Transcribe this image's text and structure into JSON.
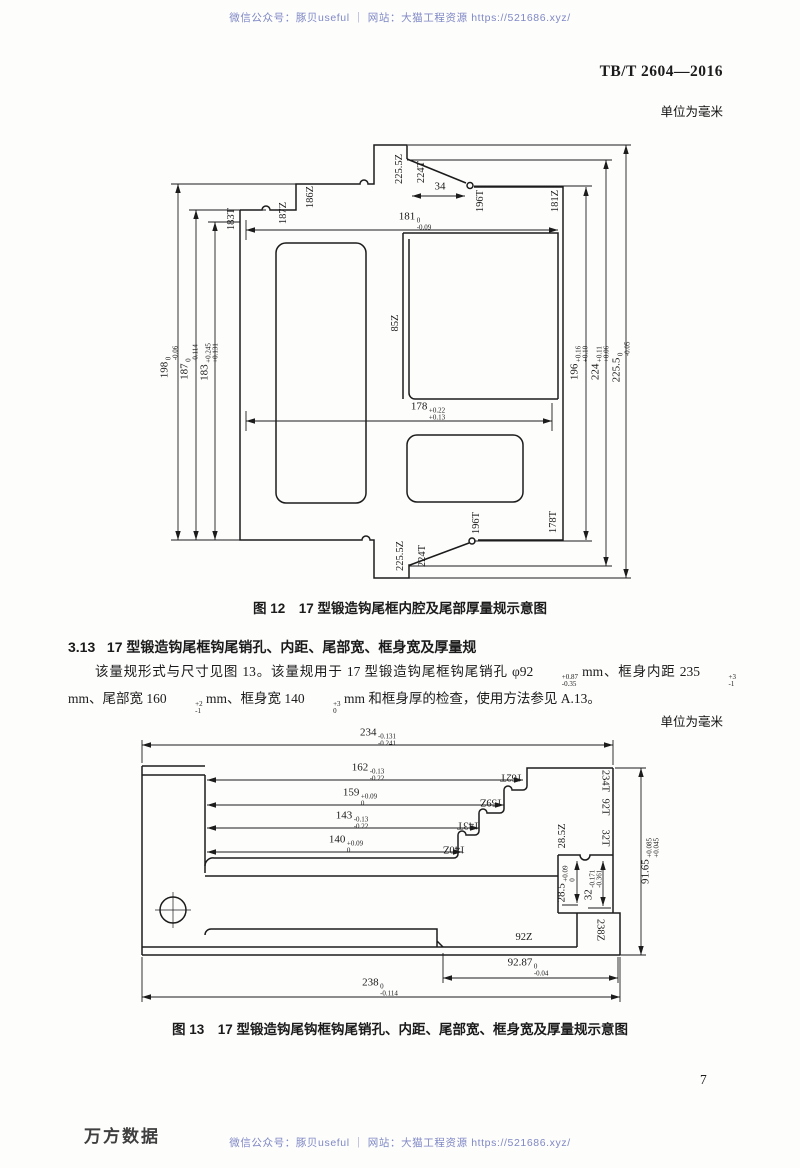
{
  "watermark": {
    "top": "微信公众号：豚贝useful ｜ 网站：大猫工程资源 https://521686.xyz/",
    "bottom": "微信公众号：豚贝useful ｜ 网站：大猫工程资源 https://521686.xyz/"
  },
  "header": {
    "doc_number": "TB/T 2604—2016"
  },
  "fig12": {
    "unit_note": "单位为毫米",
    "caption": "图 12　17 型锻造钩尾框内腔及尾部厚量规示意图",
    "dims": {
      "h198": {
        "v": "198",
        "sup": "0",
        "sub": "-0.06"
      },
      "h187": {
        "v": "187",
        "sup": "0",
        "sub": "-0.114"
      },
      "h183": {
        "v": "183",
        "sup": "+0.245",
        "sub": "+0.131"
      },
      "h196": {
        "v": "196",
        "sup": "+0.16",
        "sub": "+0.10"
      },
      "h224": {
        "v": "224",
        "sup": "+0.11",
        "sub": "+0.06"
      },
      "h2255": {
        "v": "225.5",
        "sup": "0",
        "sub": "-0.05"
      },
      "w181": {
        "v": "181",
        "sup": "0",
        "sub": "-0.09"
      },
      "w178": {
        "v": "178",
        "sup": "+0.22",
        "sub": "+0.13"
      },
      "w34": "34"
    },
    "labels": {
      "top_2255": "225.5Z",
      "top_224": "224T",
      "top_196": "196T",
      "right_top": "181Z",
      "step_183": "183T",
      "step_187": "187Z",
      "step_186": "186Z",
      "center_85": "85Z",
      "bot_2255": "225.5Z",
      "bot_224": "224T",
      "bot_196": "196T",
      "right_bot": "178T"
    }
  },
  "section": {
    "number": "3.13",
    "title": "17 型锻造钩尾框钩尾销孔、内距、尾部宽、框身宽及厚量规",
    "p1": "该量规形式与尺寸见图 13。该量规用于 17 型锻造钩尾框钩尾销孔 φ92",
    "t92": {
      "sup": "+0.87",
      "sub": "-0.35"
    },
    "p2": " mm、框身内距 235",
    "t235": {
      "sup": "+3",
      "sub": "-1"
    },
    "p3": " mm、尾部宽 160",
    "t160": {
      "sup": "+2",
      "sub": "-1"
    },
    "p4": " mm、框身宽 140",
    "t140": {
      "sup": "+3",
      "sub": "0"
    },
    "p5": " mm 和框身厚的检查，使用方法参见 A.13。"
  },
  "fig13": {
    "unit_note": "单位为毫米",
    "caption": "图 13　17 型锻造钩尾钩框钩尾销孔、内距、尾部宽、框身宽及厚量规示意图",
    "dims": {
      "w234": {
        "v": "234",
        "sup": "-0.131",
        "sub": "-0.241"
      },
      "w162": {
        "v": "162",
        "sup": "-0.13",
        "sub": "-0.22"
      },
      "w159": {
        "v": "159",
        "sup": "+0.09",
        "sub": "0"
      },
      "w143": {
        "v": "143",
        "sup": "-0.13",
        "sub": "-0.22"
      },
      "w140": {
        "v": "140",
        "sup": "+0.09",
        "sub": "0"
      },
      "h285": {
        "v": "28.5",
        "sup": "+0.09",
        "sub": "0"
      },
      "h32": {
        "v": "32",
        "sup": "-0.171",
        "sub": "-0.361"
      },
      "h9165": {
        "v": "91.65",
        "sup": "+0.085",
        "sub": "+0.045"
      },
      "w9287": {
        "v": "92.87",
        "sup": "0",
        "sub": "-0.04"
      },
      "w238": {
        "v": "238",
        "sup": "0",
        "sub": "-0.114"
      }
    },
    "labels": {
      "step_162": "162T",
      "step_159": "159Z",
      "step_143": "143T",
      "step_140": "140Z",
      "col_234": "234T",
      "col_92": "92T",
      "col_32": "32T",
      "notch_285": "28.5Z",
      "bar_92": "92Z",
      "block_238": "238Z"
    }
  },
  "footer": {
    "page_number": "7",
    "brand": "万方数据"
  }
}
